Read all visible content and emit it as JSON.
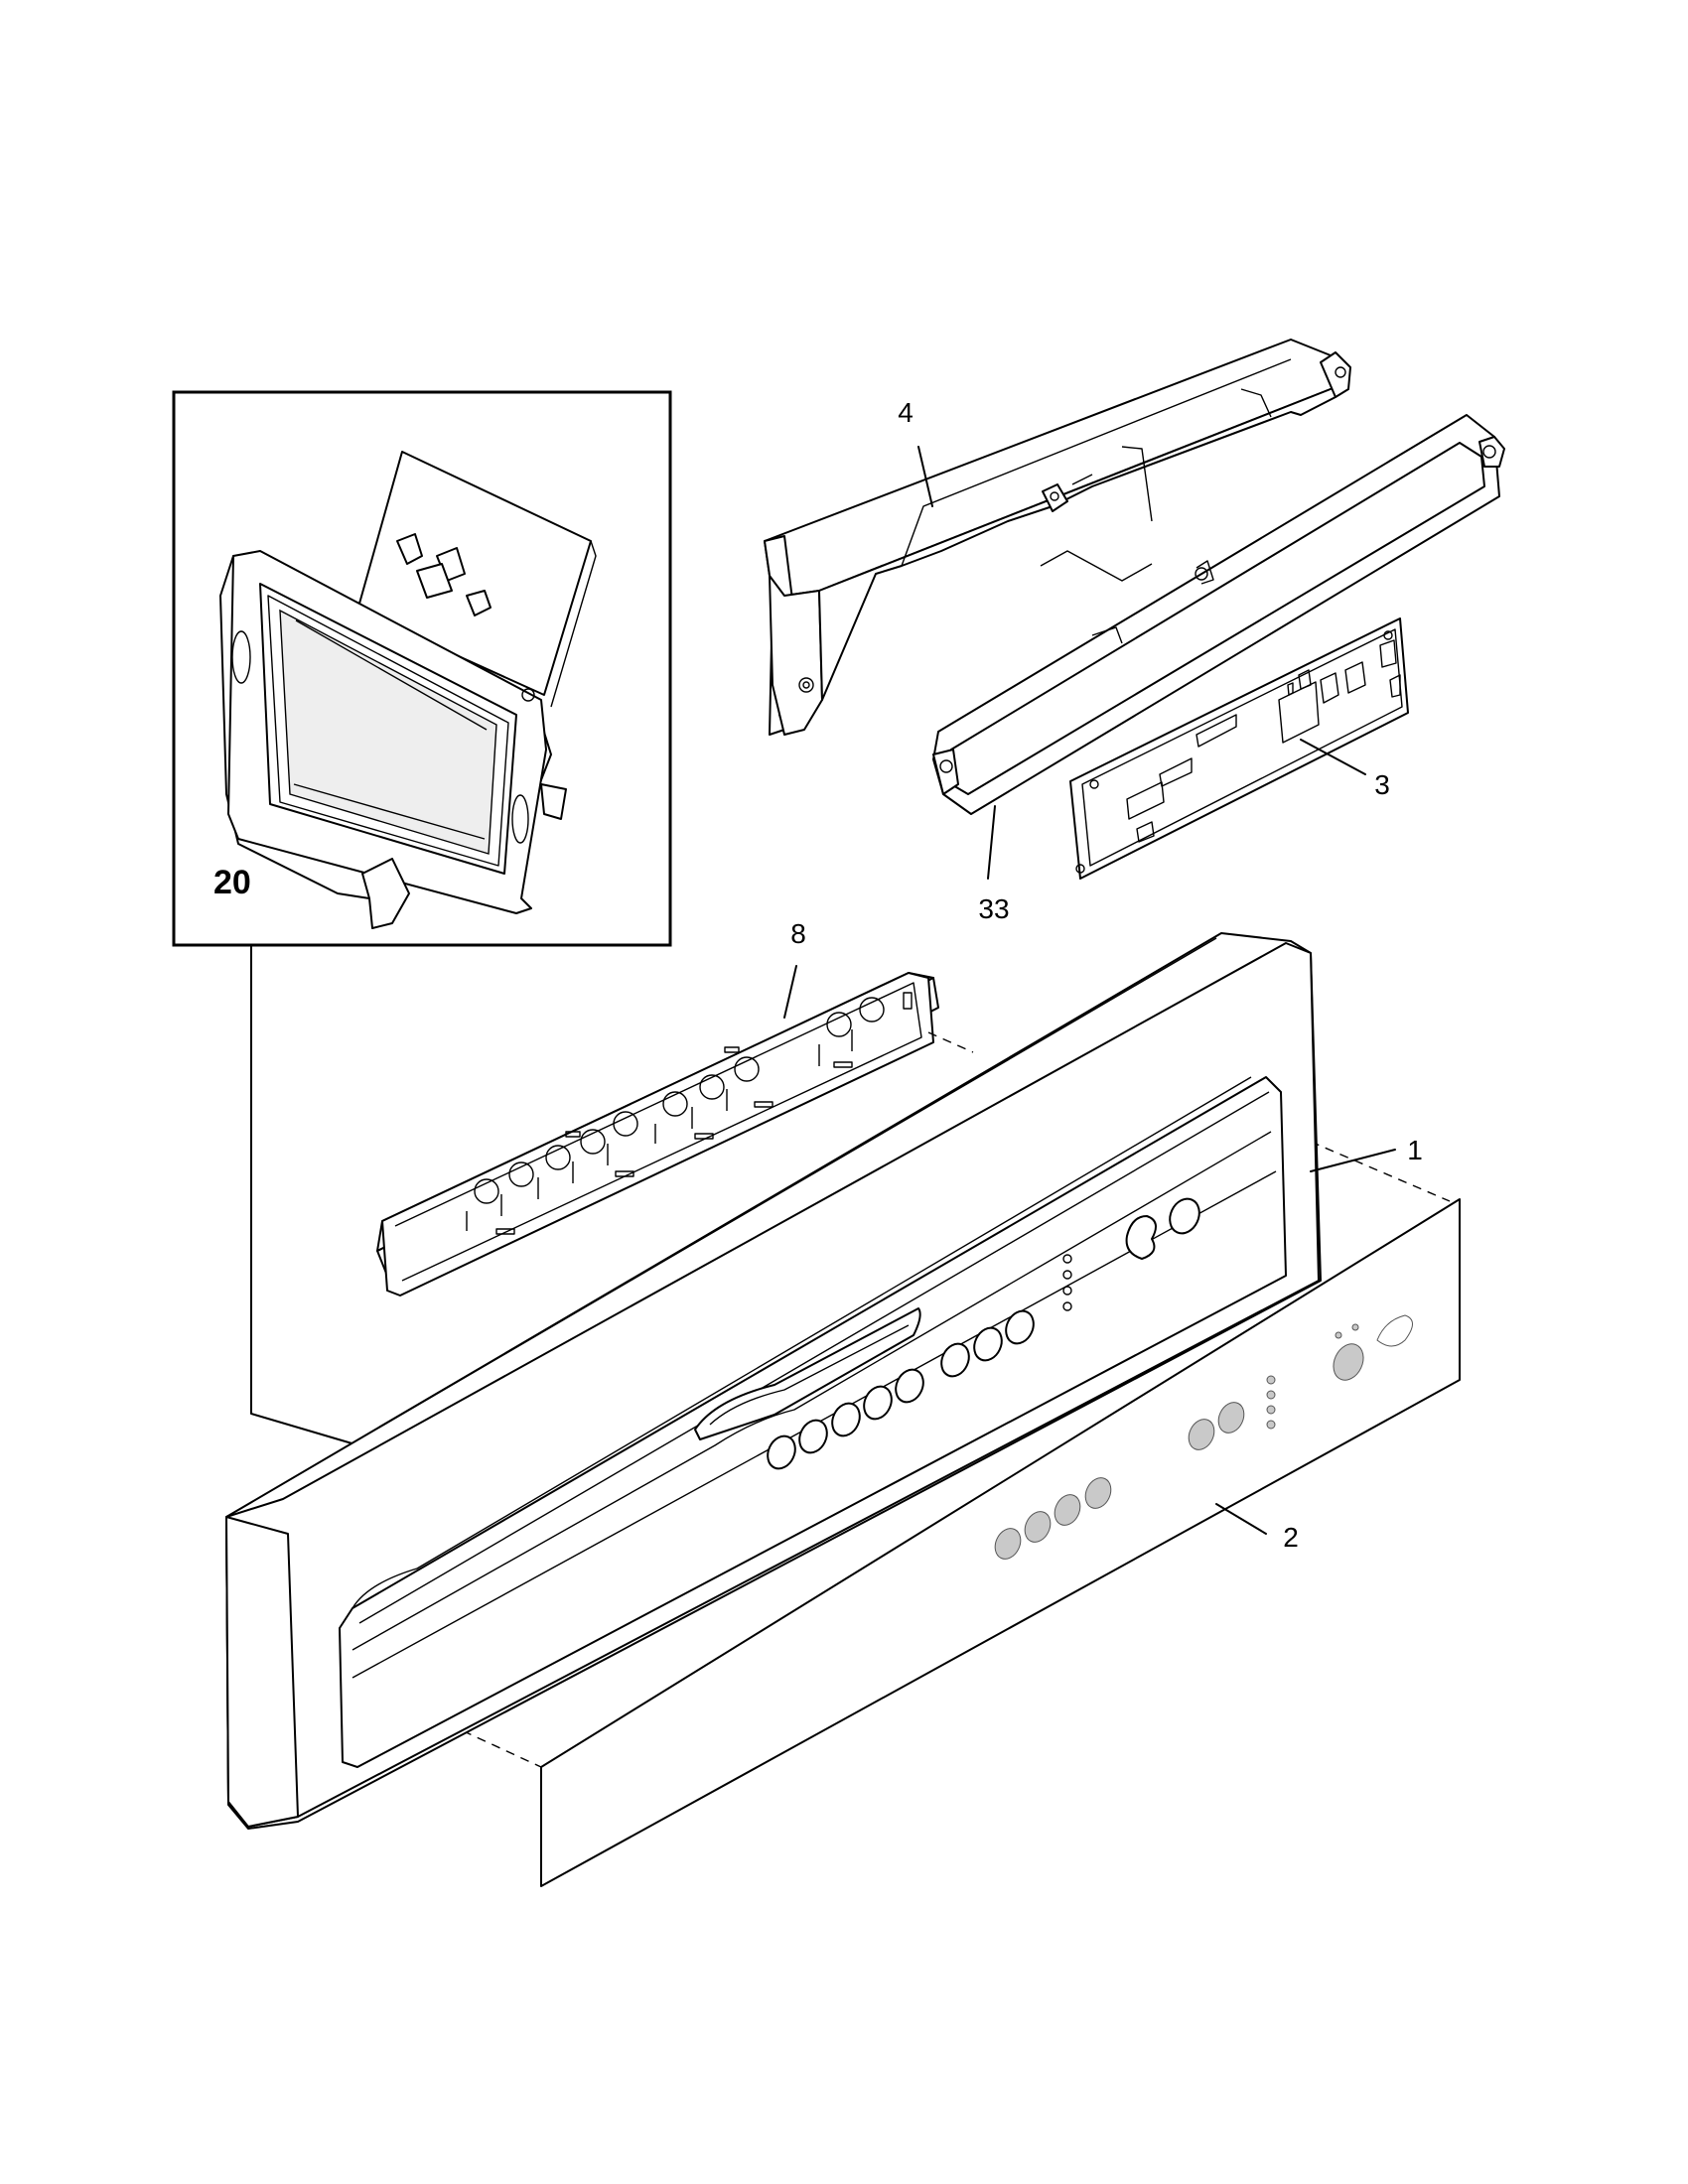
{
  "callouts": {
    "inset_part": "20",
    "box_cover": "4",
    "gasket": "33",
    "control_board": "3",
    "button_carrier": "8",
    "console_panel": "1",
    "overlay": "2"
  }
}
